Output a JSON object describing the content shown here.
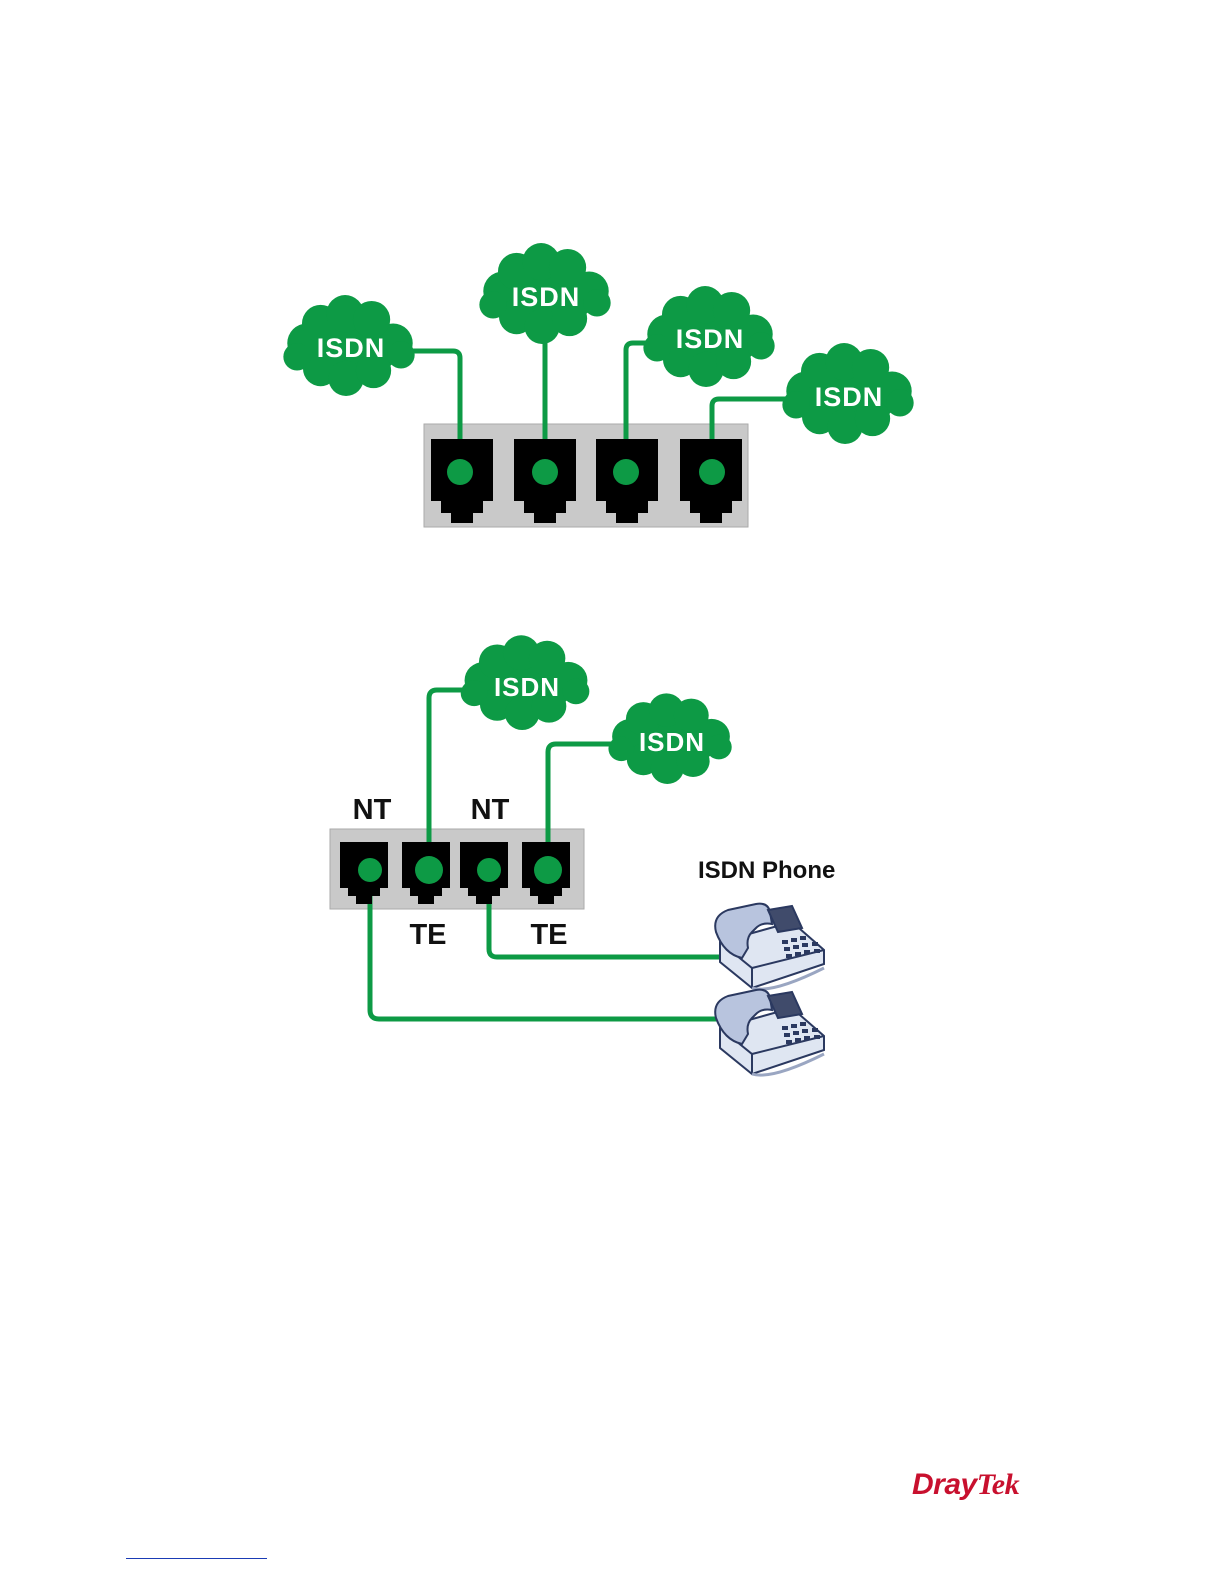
{
  "diagram1": {
    "clouds": [
      {
        "label": "ISDN"
      },
      {
        "label": "ISDN"
      },
      {
        "label": "ISDN"
      },
      {
        "label": "ISDN"
      }
    ]
  },
  "diagram2": {
    "clouds": [
      {
        "label": "ISDN"
      },
      {
        "label": "ISDN"
      }
    ],
    "port_labels_top": [
      "NT",
      "NT"
    ],
    "port_labels_bottom": [
      "TE",
      "TE"
    ],
    "phone_label": "ISDN Phone"
  },
  "footer": {
    "brand_part1": "Dray",
    "brand_part2": "Tek"
  },
  "colors": {
    "cable": "#0d9a45",
    "cloud": "#0d9a45",
    "port": "#000000",
    "panel": "#c9c9c9",
    "brand": "#c8102e"
  }
}
